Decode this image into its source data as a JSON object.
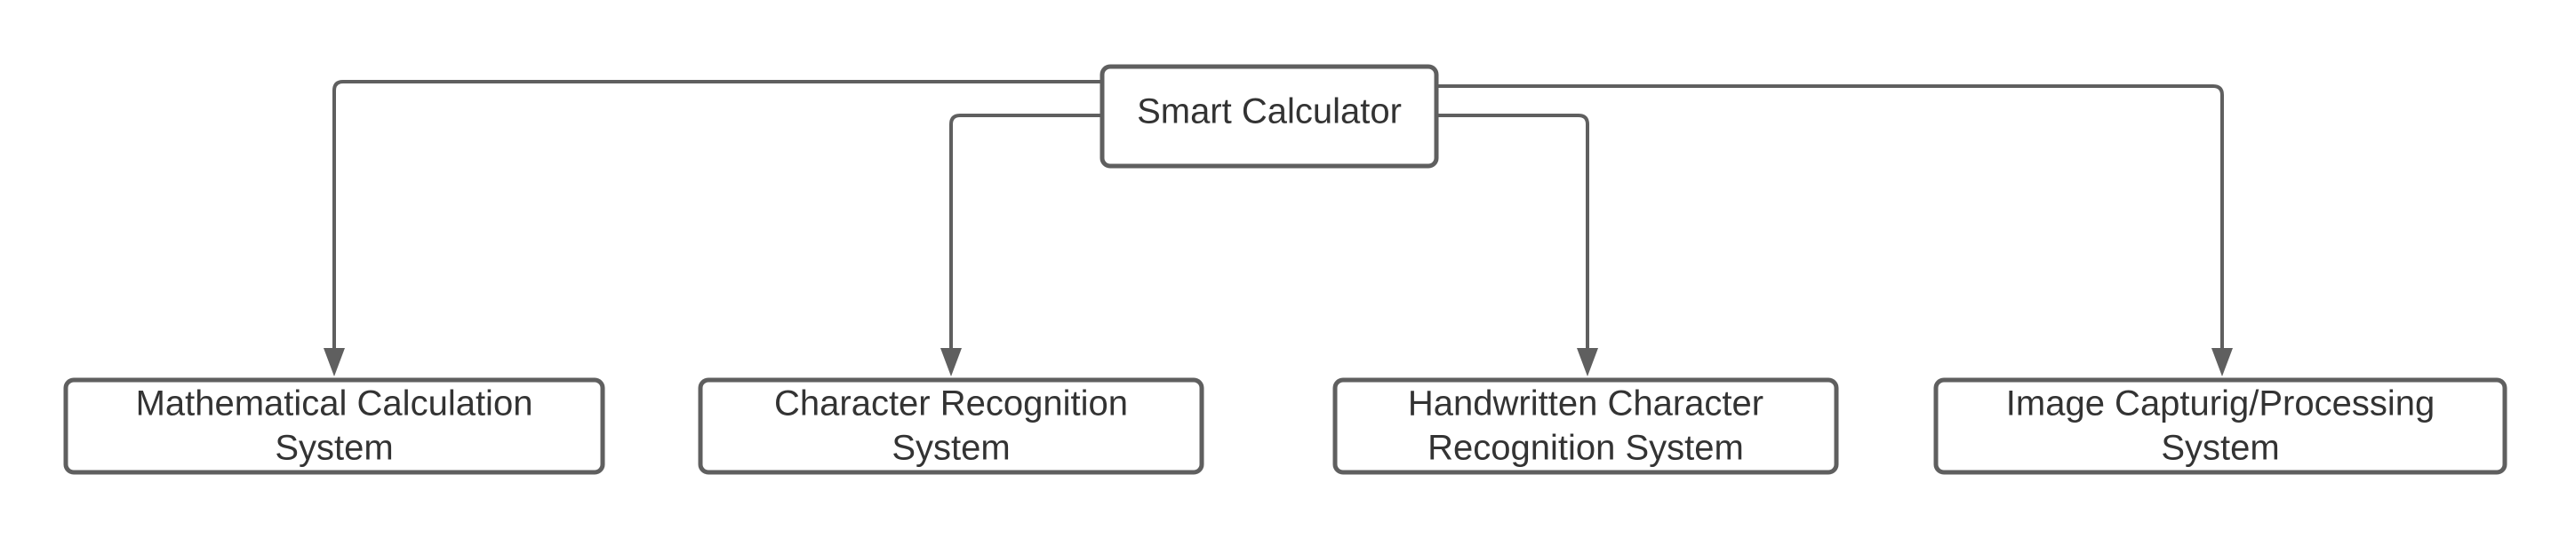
{
  "colors": {
    "stroke": "#5f5f5f",
    "text": "#333333",
    "background": "#ffffff"
  },
  "diagram": {
    "root": {
      "id": "smart-calculator",
      "label": "Smart Calculator"
    },
    "children": [
      {
        "id": "math-calc",
        "lines": [
          "Mathematical Calculation",
          "System"
        ]
      },
      {
        "id": "char-recog",
        "lines": [
          "Character Recognition",
          "System"
        ]
      },
      {
        "id": "handwritten",
        "lines": [
          "Handwritten Character",
          "Recognition System"
        ]
      },
      {
        "id": "image-capture",
        "lines": [
          "Image Capturig/Processing",
          "System"
        ]
      }
    ]
  }
}
